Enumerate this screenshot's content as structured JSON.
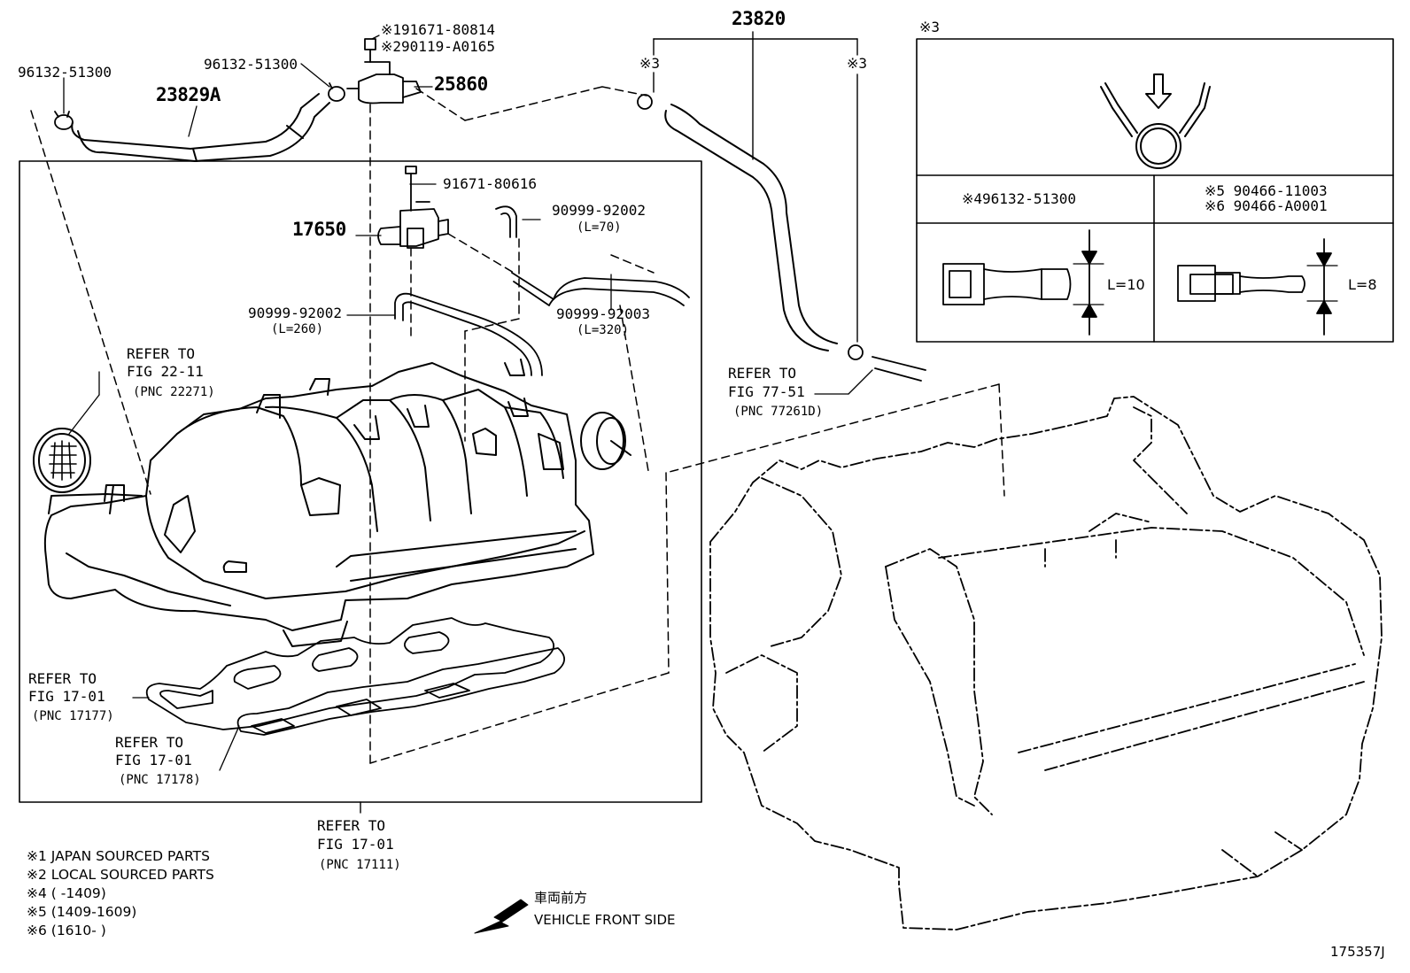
{
  "labels": {
    "p96132_left": "96132-51300",
    "p96132_mid": "96132-51300",
    "p23829A": "23829A",
    "p91671_80814": "※191671-80814",
    "p90119": "※290119-A0165",
    "p25860": "25860",
    "p23820": "23820",
    "mark3_a": "※3",
    "mark3_b": "※3",
    "p91671_80616": "91671-80616",
    "p17650": "17650",
    "p90999_92002_a": "90999-92002",
    "len_70": "(L=70)",
    "p90999_92002_b": "90999-92002",
    "len_260": "(L=260)",
    "p90999_92003": "90999-92003",
    "len_320": "(L=320)"
  },
  "refs": {
    "fig22": {
      "l1": "REFER TO",
      "l2": "FIG 22-11",
      "l3": "(PNC 22271)"
    },
    "fig77": {
      "l1": "REFER TO",
      "l2": "FIG 77-51",
      "l3": "(PNC 77261D)"
    },
    "fig17177": {
      "l1": "REFER TO",
      "l2": "FIG 17-01",
      "l3": "(PNC 17177)"
    },
    "fig17178": {
      "l1": "REFER TO",
      "l2": "FIG 17-01",
      "l3": "(PNC 17178)"
    },
    "fig17111": {
      "l1": "REFER TO",
      "l2": "FIG 17-01",
      "l3": "(PNC 17111)"
    }
  },
  "detail_box": {
    "title": "※3",
    "left_header": "※496132-51300",
    "right_header_1": "※5 90466-11003",
    "right_header_2": "※6 90466-A0001",
    "left_len": "L=10",
    "right_len": "L=8"
  },
  "notes": [
    "※1 JAPAN SOURCED PARTS",
    "※2 LOCAL SOURCED PARTS",
    "※4 (      -1409)",
    "※5 (1409-1609)",
    "※6 (1610-      )"
  ],
  "direction": {
    "jp": "車両前方",
    "en": "VEHICLE FRONT SIDE"
  },
  "diagram_id": "175357J"
}
